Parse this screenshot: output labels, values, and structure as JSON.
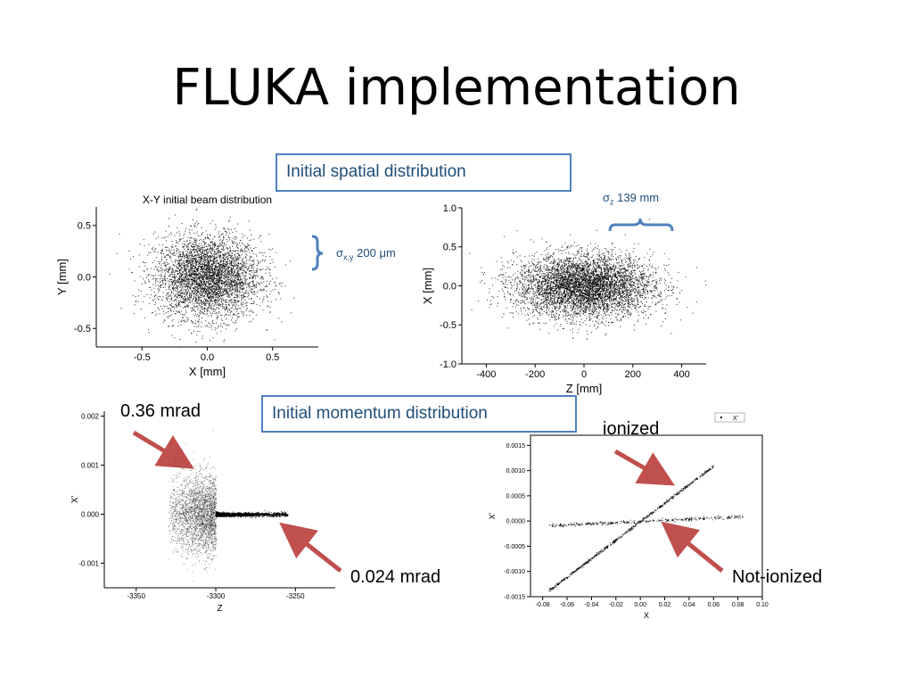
{
  "slide": {
    "title": "FLUKA implementation"
  },
  "labels": {
    "spatial": "Initial spatial distribution",
    "momentum": "Initial momentum distribution"
  },
  "annotations": {
    "sigma_xy_symbol": "σ",
    "sigma_xy_sub": "x,y",
    "sigma_xy_value": "200 μm",
    "sigma_z_symbol": "σ",
    "sigma_z_sub": "z",
    "sigma_z_value": "139 mm",
    "mrad_large": "0.36 mrad",
    "mrad_small": "0.024 mrad",
    "ionized": "ionized",
    "not_ionized": "Not-ionized"
  },
  "colors": {
    "accent": "#4f81bd",
    "arrow": "#c0504d",
    "points": "#000000"
  },
  "chart_data": [
    {
      "id": "xy",
      "type": "scatter",
      "title": "X-Y initial beam distribution",
      "xlabel": "X [mm]",
      "ylabel": "Y [mm]",
      "xlim": [
        -0.85,
        0.85
      ],
      "ylim": [
        -0.68,
        0.68
      ],
      "xticks": [
        -0.5,
        0.0,
        0.5
      ],
      "yticks": [
        -0.5,
        0.0,
        0.5
      ],
      "xtick_labels": [
        "-0.5",
        "0.0",
        "0.5"
      ],
      "ytick_labels": [
        "-0.5",
        "0.0",
        "0.5"
      ],
      "distribution": {
        "shape": "gaussian",
        "sigma_x": 0.2,
        "sigma_y": 0.2,
        "n": 4200
      },
      "grid": false
    },
    {
      "id": "xz",
      "type": "scatter",
      "title": "",
      "xlabel": "Z [mm]",
      "ylabel": "X [mm]",
      "xlim": [
        -500,
        500
      ],
      "ylim": [
        -1.0,
        1.0
      ],
      "xticks": [
        -400,
        -200,
        0,
        200,
        400
      ],
      "yticks": [
        -1.0,
        -0.5,
        0.0,
        0.5,
        1.0
      ],
      "xtick_labels": [
        "-400",
        "-200",
        "0",
        "200",
        "400"
      ],
      "ytick_labels": [
        "-1.0",
        "-0.5",
        "0.0",
        "0.5",
        "1.0"
      ],
      "distribution": {
        "shape": "gaussian",
        "sigma_x": 139,
        "sigma_y": 0.2,
        "n": 5500
      },
      "grid": false
    },
    {
      "id": "zxp",
      "type": "scatter",
      "title": "",
      "xlabel": "Z",
      "ylabel": "X'",
      "xlim": [
        -3370,
        -3225
      ],
      "ylim": [
        -0.0015,
        0.0021
      ],
      "xticks": [
        -3350,
        -3300,
        -3250
      ],
      "yticks": [
        -0.001,
        0.0,
        0.001,
        0.002
      ],
      "xtick_labels": [
        "-3350",
        "-3300",
        "-3250"
      ],
      "ytick_labels": [
        "-0.001",
        "0.000",
        "0.001",
        "0.002"
      ],
      "series": [
        {
          "z_range": [
            -3330,
            -3300
          ],
          "xp_sigma": 0.0004,
          "n": 2800
        },
        {
          "z_range": [
            -3300,
            -3255
          ],
          "xp_sigma": 2e-05,
          "n": 1500
        }
      ],
      "grid": false
    },
    {
      "id": "xxp",
      "type": "scatter",
      "title": "",
      "xlabel": "X",
      "ylabel": "X'",
      "xlim": [
        -0.09,
        0.1
      ],
      "ylim": [
        -0.0015,
        0.0017
      ],
      "xticks": [
        -0.08,
        -0.06,
        -0.04,
        -0.02,
        0.0,
        0.02,
        0.04,
        0.06,
        0.08,
        0.1
      ],
      "yticks": [
        -0.0015,
        -0.001,
        -0.0005,
        0.0,
        0.0005,
        0.001,
        0.0015
      ],
      "xtick_labels": [
        "-0.08",
        "-0.06",
        "-0.04",
        "-0.02",
        "0.00",
        "0.02",
        "0.04",
        "0.06",
        "0.08",
        "0.10"
      ],
      "ytick_labels": [
        "-0.0015",
        "-0.0010",
        "-0.0005",
        "0.0000",
        "0.0005",
        "0.0010",
        "0.0015"
      ],
      "legend": {
        "entries": [
          "X'"
        ],
        "position": "top-right"
      },
      "series": [
        {
          "x_range": [
            -0.075,
            0.06
          ],
          "slope": 0.0183,
          "role": "ionized",
          "n": 600
        },
        {
          "x_range": [
            -0.075,
            0.085
          ],
          "slope": 0.0011,
          "role": "not-ionized",
          "n": 350
        }
      ],
      "grid": false
    }
  ]
}
